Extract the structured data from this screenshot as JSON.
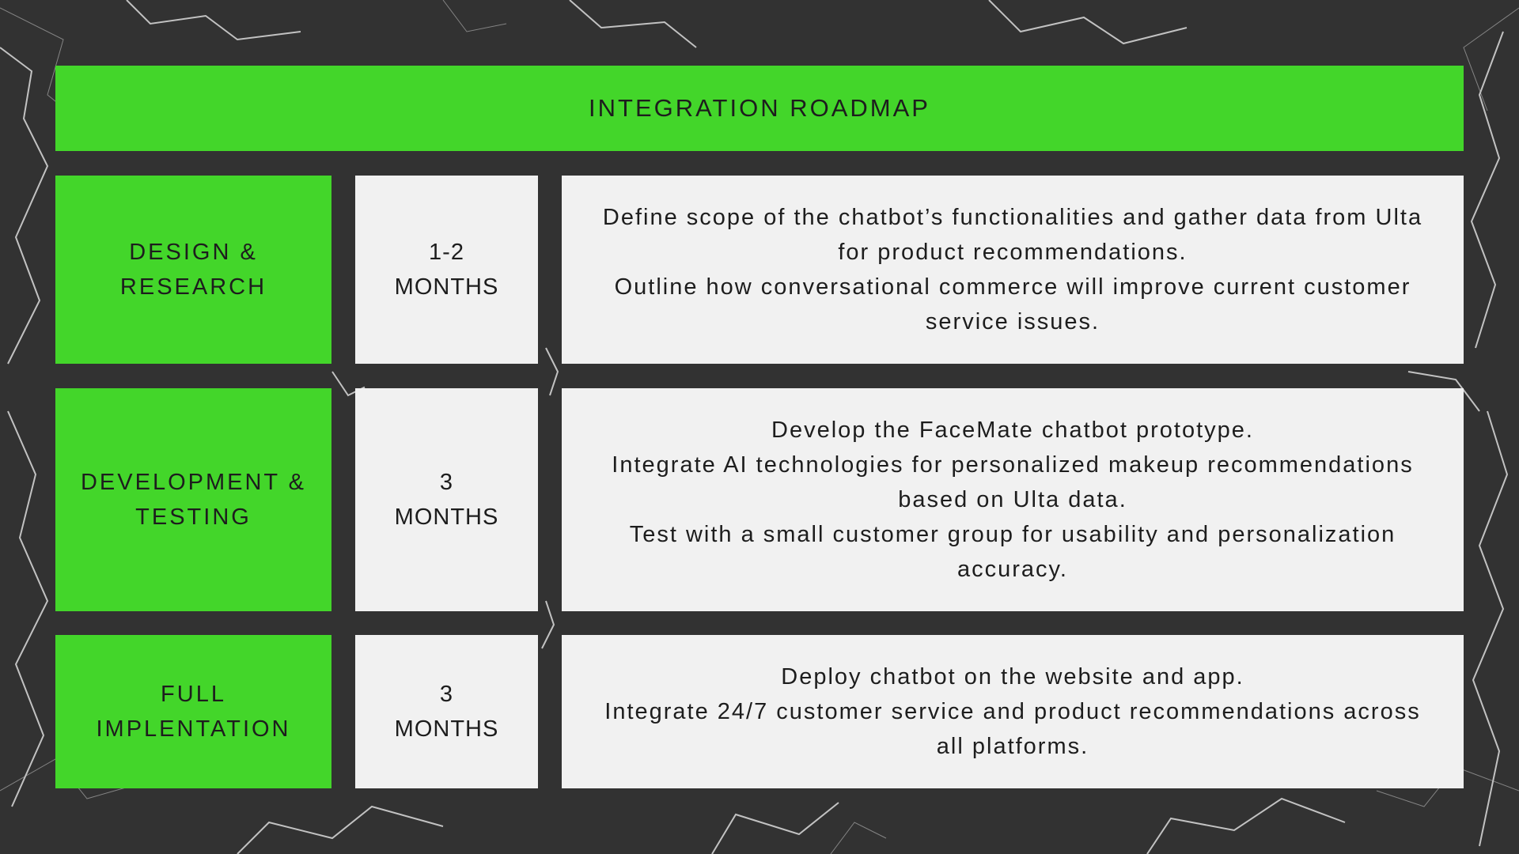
{
  "title": "INTEGRATION ROADMAP",
  "colors": {
    "background": "#323232",
    "accent_green": "#43d62a",
    "panel_light": "#f1f1f1",
    "text": "#1d1d1d"
  },
  "rows": [
    {
      "phase": "DESIGN & RESEARCH",
      "duration": "1-2 MONTHS",
      "description": [
        "Define scope of the chatbot’s functionalities and gather data from Ulta for product recommendations.",
        "Outline how conversational commerce will improve current customer service issues."
      ]
    },
    {
      "phase": "DEVELOPMENT & TESTING",
      "duration": "3 MONTHS",
      "description": [
        "Develop the FaceMate chatbot prototype.",
        "Integrate AI technologies for personalized makeup recommendations based on Ulta data.",
        "Test with a small customer group for usability and personalization accuracy."
      ]
    },
    {
      "phase": "FULL IMPLENTATION",
      "duration": "3 MONTHS",
      "description": [
        "Deploy chatbot on the website and app.",
        "Integrate 24/7 customer service and product recommendations across all platforms."
      ]
    }
  ]
}
